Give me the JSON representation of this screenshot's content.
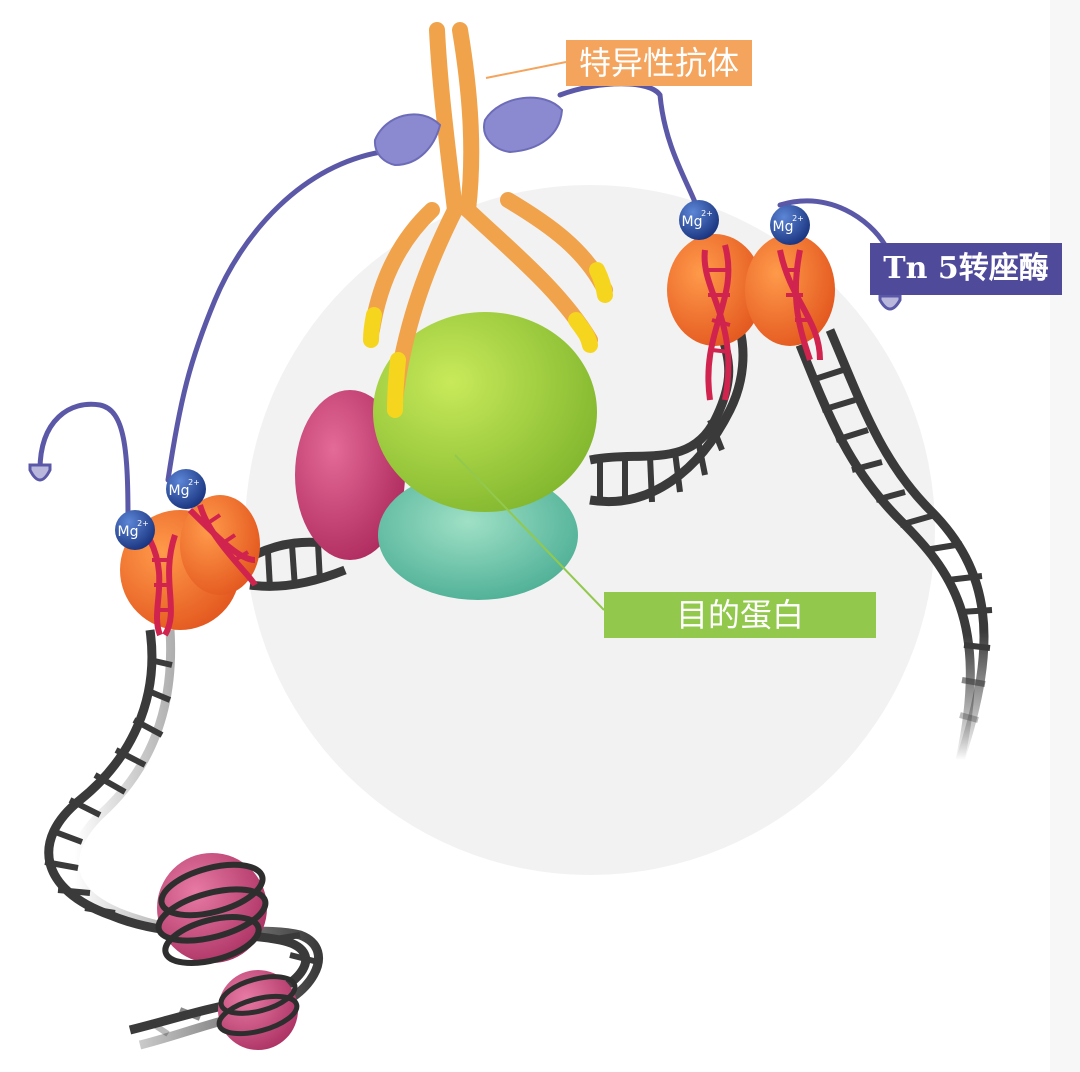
{
  "labels": {
    "antibody": "特异性抗体",
    "tn5": "Tn 5转座酶",
    "target_protein": "目的蛋白"
  },
  "mg_ion": {
    "symbol": "Mg",
    "charge": "2+"
  },
  "colors": {
    "antibody": "#f0a34a",
    "antibody_tip": "#f6d51e",
    "protein_green": "#9ccc3b",
    "protein_teal": "#5fbfa3",
    "protein_pink": "#c8386e",
    "tn5_orange": "#ee6a26",
    "dna_dark": "#3a3a3a",
    "dna_red": "#d0234e",
    "linker_purple": "#5b58a8",
    "mg_blue": "#1f3f9a",
    "nucleosome": "#c43a6e"
  }
}
